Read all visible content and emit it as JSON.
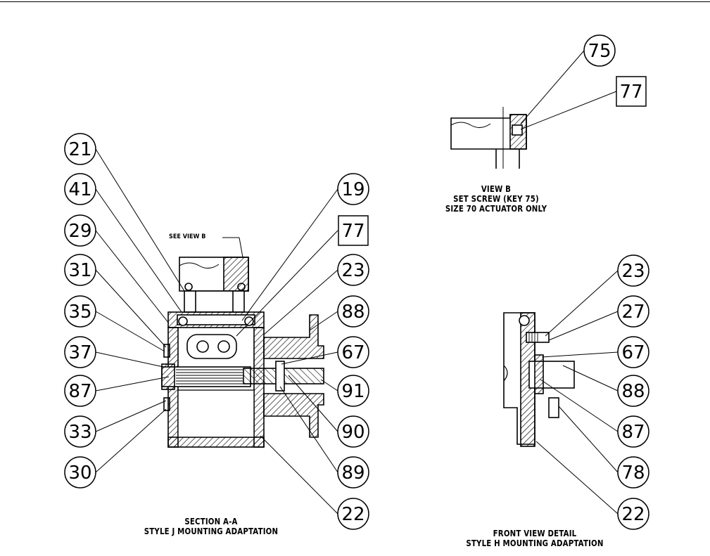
{
  "section_aa": {
    "caption_line1": "SECTION A-A",
    "caption_line2": "STYLE J MOUNTING ADAPTATION",
    "see_view_note": "SEE VIEW B",
    "callouts_left": [
      "21",
      "41",
      "29",
      "31",
      "35",
      "37",
      "87",
      "33",
      "30"
    ],
    "callouts_right": [
      "19",
      "77",
      "23",
      "88",
      "67",
      "91",
      "90",
      "89",
      "22"
    ],
    "boxed_callouts": [
      "77"
    ]
  },
  "view_b": {
    "caption_line1": "VIEW B",
    "caption_line2": "SET SCREW (KEY 75)",
    "caption_line3": "SIZE 70 ACTUATOR ONLY",
    "callouts": [
      "75",
      "77"
    ],
    "boxed_callouts": [
      "77"
    ]
  },
  "front_view": {
    "caption_line1": "FRONT VIEW DETAIL",
    "caption_line2": "STYLE H MOUNTING ADAPTATION",
    "callouts": [
      "23",
      "27",
      "67",
      "88",
      "87",
      "78",
      "22"
    ]
  }
}
